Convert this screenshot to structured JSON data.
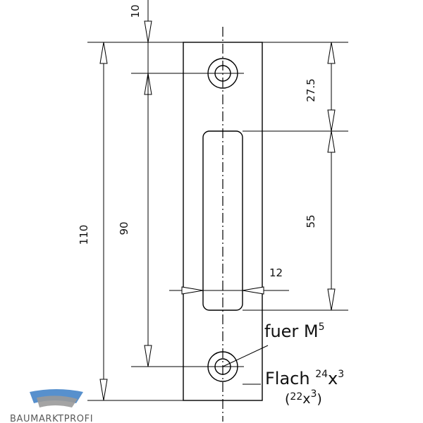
{
  "dimensions": {
    "top_offset": "10",
    "total_height": "110",
    "hole_spacing": "90",
    "hole_to_slot": "27.5",
    "slot_length": "55",
    "slot_width": "12"
  },
  "annotations": {
    "screw": {
      "text": "fuer M",
      "sup": "5"
    },
    "flat": {
      "text": "Flach ",
      "sup": "24",
      "times": "x",
      "sup2": "3"
    },
    "alt": {
      "open": "(",
      "num": "22",
      "times": "x",
      "sup": "3",
      "close": ")"
    }
  },
  "logo": {
    "text": "BAUMARKTPROFI",
    "colors": {
      "blue": "#3a7cc4",
      "grey": "#9a9a9a"
    }
  }
}
